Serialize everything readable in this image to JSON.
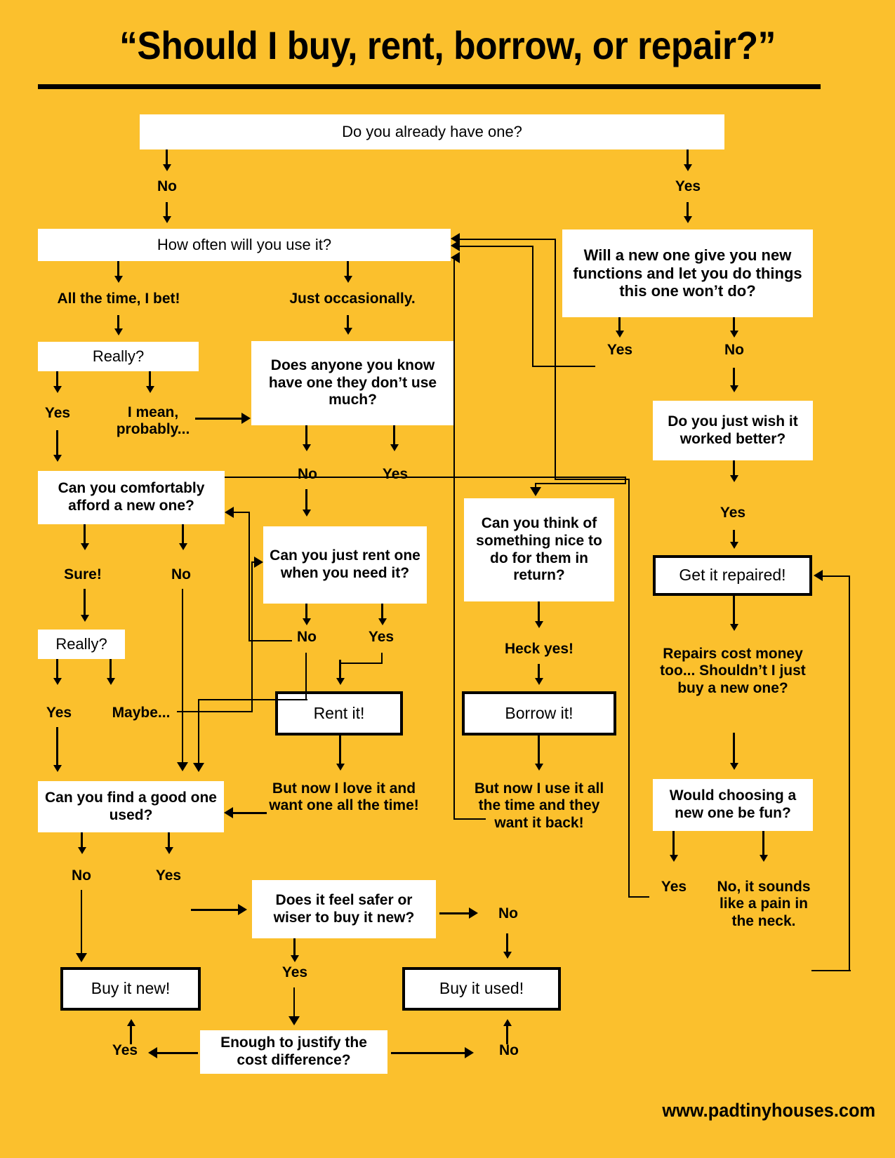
{
  "page": {
    "title": "“Should I buy, rent, borrow, or repair?”",
    "website": "www.padtinyhouses.com",
    "background_color": "#FBC02D",
    "box_color": "#FFFFFF",
    "ink_color": "#000000"
  },
  "nodes": {
    "have_one": "Do you already have one?",
    "how_often": "How often will you use it?",
    "new_functions": "Will a new one give you new functions and let you do things this one won’t do?",
    "really_1": "Really?",
    "anyone_know": "Does anyone you know have one they don’t use much?",
    "wish_better": "Do you just wish it worked better?",
    "afford_new": "Can you comfortably afford a new one?",
    "just_rent": "Can you just rent one when you need it?",
    "something_nice": "Can you think of something nice to do for them in return?",
    "get_repaired": "Get it repaired!",
    "really_2": "Really?",
    "rent_it": "Rent it!",
    "borrow_it": "Borrow it!",
    "find_used": "Can you find a good one used?",
    "choosing_fun": "Would choosing a new one be fun?",
    "safer_new": "Does it feel safer or wiser to buy it new?",
    "buy_new": "Buy it new!",
    "buy_used": "Buy it used!",
    "justify_cost": "Enough to justify the cost difference?"
  },
  "edge_labels": {
    "have_one_no": "No",
    "have_one_yes": "Yes",
    "often_all_time": "All the time, I bet!",
    "often_occasionally": "Just occasionally.",
    "newfn_yes": "Yes",
    "newfn_no": "No",
    "really1_yes": "Yes",
    "really1_maybe": "I mean, probably...",
    "anyone_no": "No",
    "anyone_yes": "Yes",
    "wish_yes": "Yes",
    "afford_sure": "Sure!",
    "afford_no": "No",
    "rent_no": "No",
    "rent_yes": "Yes",
    "nice_heck_yes": "Heck yes!",
    "really2_yes": "Yes",
    "really2_maybe": "Maybe...",
    "after_rent": "But now I love it and want one all the time!",
    "after_borrow": "But now I use it all the time and they want it back!",
    "repairs_cost": "Repairs cost money too... Shouldn’t I just buy a new one?",
    "used_no": "No",
    "used_yes": "Yes",
    "fun_yes": "Yes",
    "fun_no": "No, it sounds like a pain in the neck.",
    "safer_no": "No",
    "safer_yes": "Yes",
    "justify_yes": "Yes",
    "justify_no": "No"
  }
}
